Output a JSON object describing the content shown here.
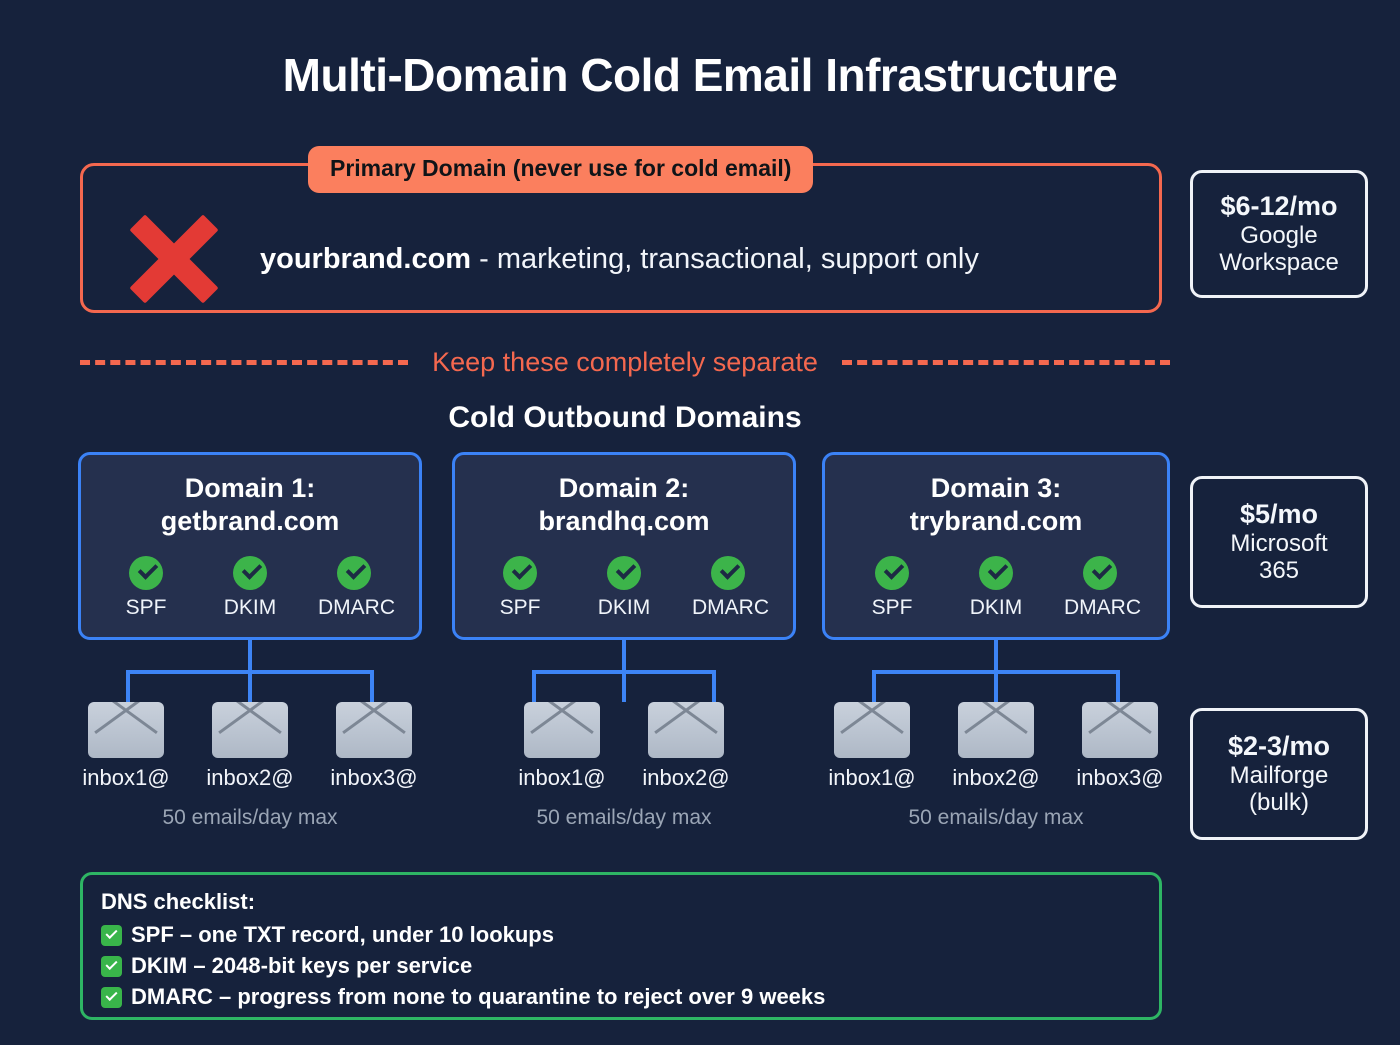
{
  "title": "Multi-Domain Cold Email Infrastructure",
  "primary": {
    "badge": "Primary Domain (never use for cold email)",
    "icon": "red-x-icon",
    "domain": "yourbrand.com",
    "usage": " - marketing, transactional, support only"
  },
  "separator": {
    "label": "Keep these completely separate"
  },
  "cold_section": {
    "heading": "Cold Outbound Domains"
  },
  "domains": [
    {
      "title_line1": "Domain 1:",
      "title_line2": "getbrand.com",
      "auth": [
        "SPF",
        "DKIM",
        "DMARC"
      ],
      "inboxes": [
        "inbox1@",
        "inbox2@",
        "inbox3@"
      ],
      "limit": "50 emails/day max"
    },
    {
      "title_line1": "Domain 2:",
      "title_line2": "brandhq.com",
      "auth": [
        "SPF",
        "DKIM",
        "DMARC"
      ],
      "inboxes": [
        "inbox1@",
        "inbox2@"
      ],
      "limit": "50 emails/day max"
    },
    {
      "title_line1": "Domain 3:",
      "title_line2": "trybrand.com",
      "auth": [
        "SPF",
        "DKIM",
        "DMARC"
      ],
      "inboxes": [
        "inbox1@",
        "inbox2@",
        "inbox3@"
      ],
      "limit": "50 emails/day max"
    }
  ],
  "pricing": [
    {
      "amount": "$6-12/mo",
      "vendor_line1": "Google",
      "vendor_line2": "Workspace"
    },
    {
      "amount": "$5/mo",
      "vendor_line1": "Microsoft",
      "vendor_line2": "365"
    },
    {
      "amount": "$2-3/mo",
      "vendor_line1": "Mailforge",
      "vendor_line2": "(bulk)"
    }
  ],
  "dns_checklist": {
    "title": "DNS checklist:",
    "items": [
      "SPF – one TXT record, under 10 lookups",
      "DKIM – 2048-bit keys per service",
      "DMARC – progress from none to quarantine to reject over 9 weeks"
    ]
  },
  "colors": {
    "background": "#16223c",
    "primary_accent": "#f4684f",
    "primary_badge": "#fb7f5e",
    "domain_accent": "#3b82f6",
    "card_fill": "#25304e",
    "check_green": "#3cb44a",
    "dns_green": "#2eb564",
    "x_red": "#e33a35",
    "note_gray": "#9aa5b5",
    "box_white": "#f0f3f8"
  }
}
